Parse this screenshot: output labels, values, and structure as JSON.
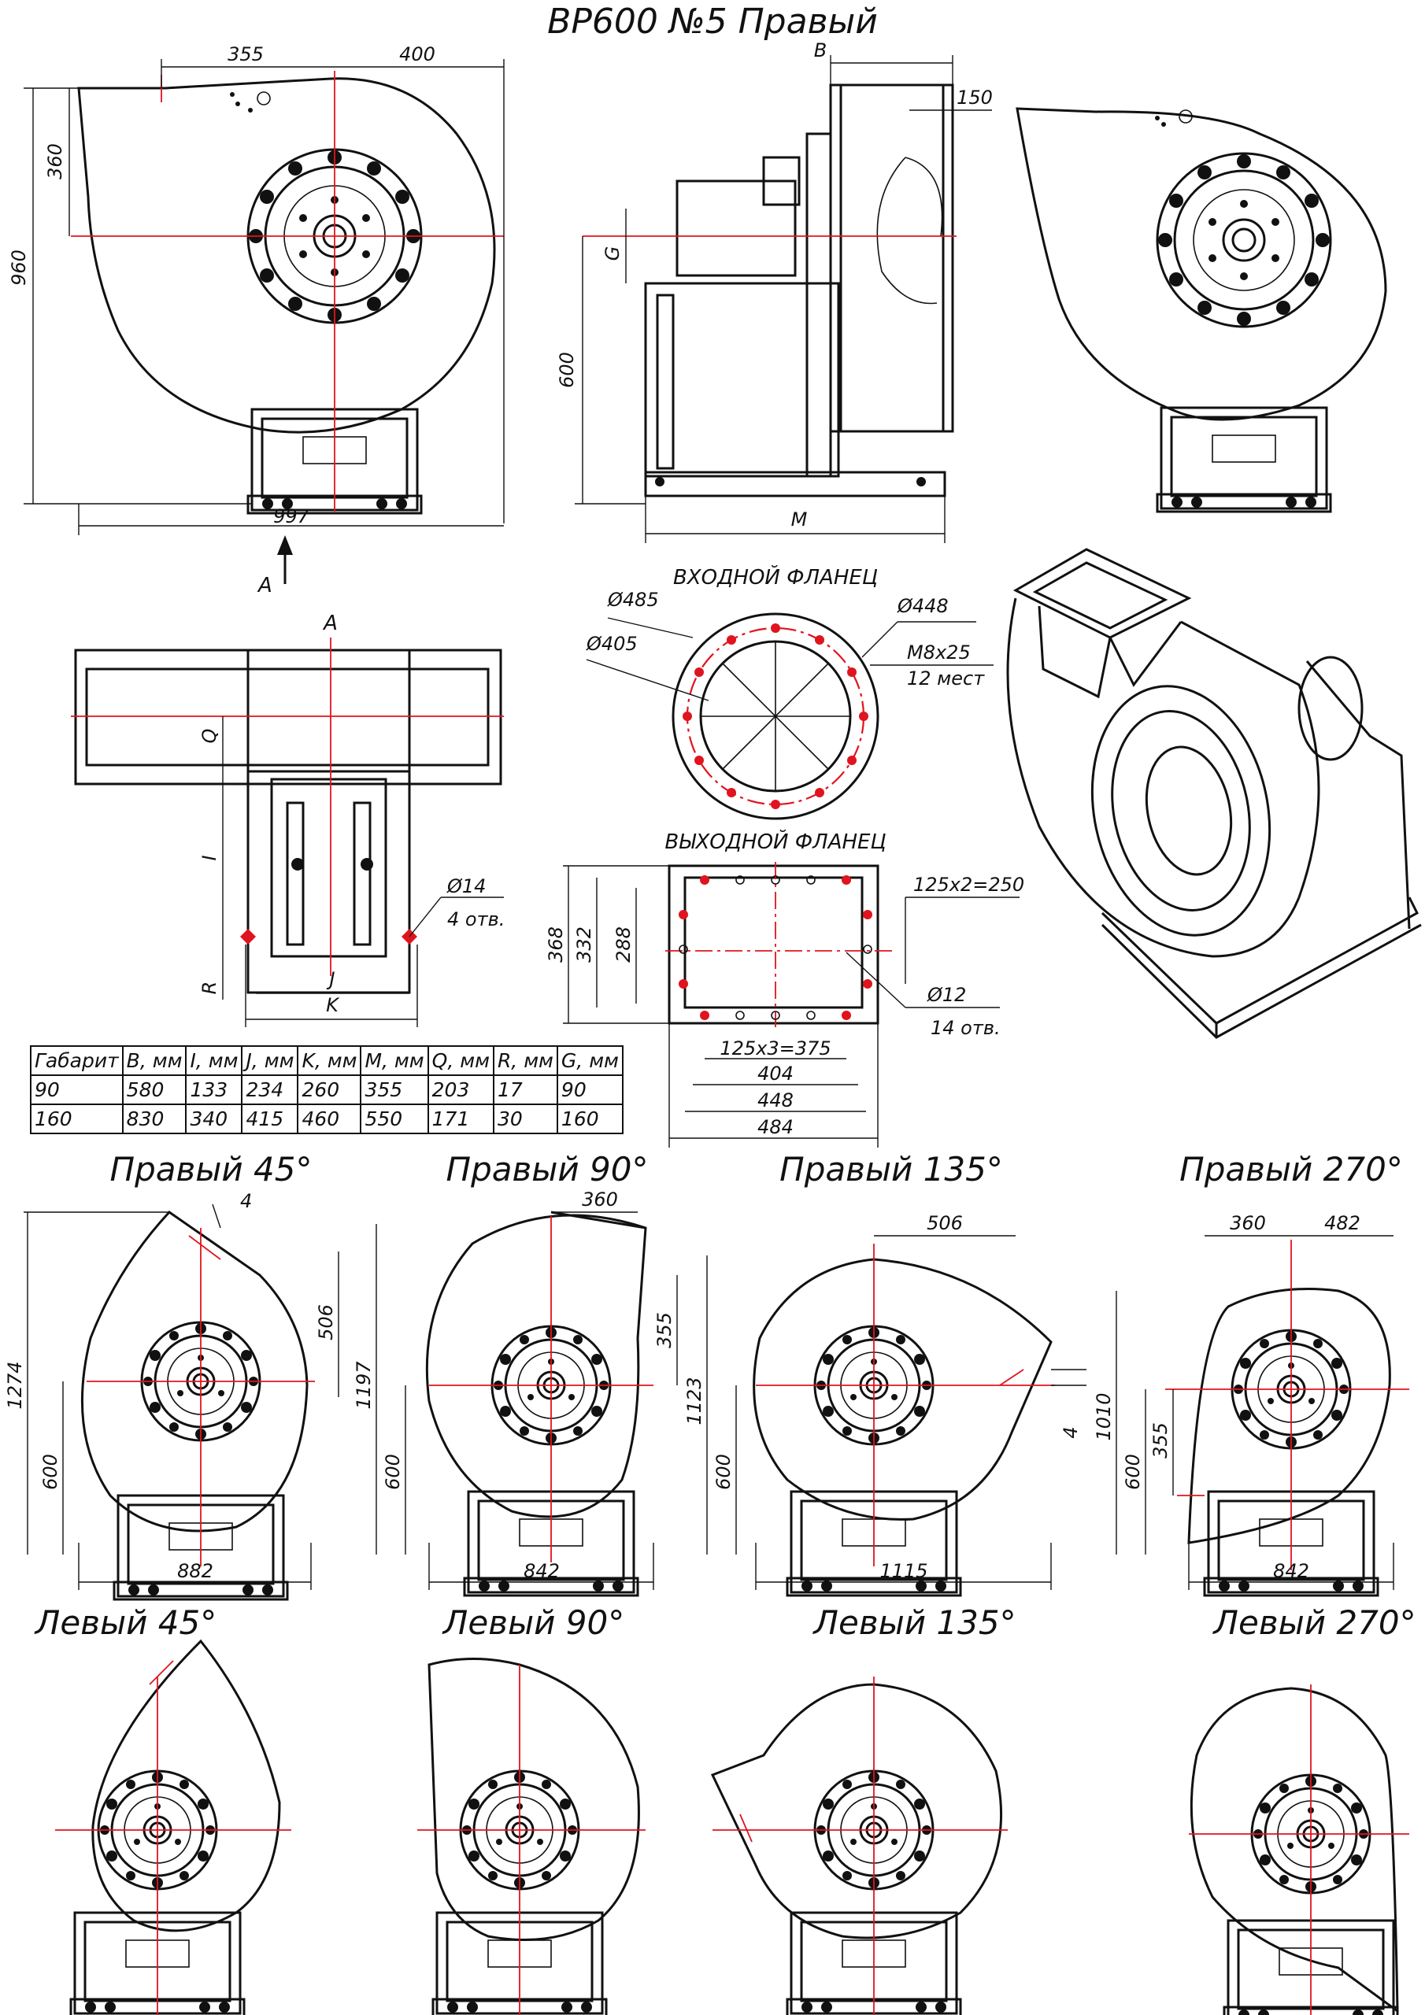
{
  "title": "ВР600 №5 Правый",
  "top_views": {
    "front": {
      "dim_355": "355",
      "dim_400": "400",
      "dim_360": "360",
      "dim_960": "960",
      "dim_997": "997"
    },
    "side": {
      "dim_B": "B",
      "dim_150": "150",
      "dim_G": "G",
      "dim_600": "600",
      "dim_M": "M"
    }
  },
  "plan_view": {
    "arrow_A": "A",
    "label_A": "A",
    "dim_Q": "Q",
    "dim_I": "I",
    "dim_R": "R",
    "dim_J": "J",
    "dim_K": "K",
    "hole_note": "Ø14",
    "hole_count": "4 отв."
  },
  "inlet_flange": {
    "title": "ВХОДНОЙ ФЛАНЕЦ",
    "d485": "Ø485",
    "d448": "Ø448",
    "d405": "Ø405",
    "bolt": "M8x25",
    "count": "12 мест"
  },
  "outlet_flange": {
    "title": "ВЫХОДНОЙ ФЛАНЕЦ",
    "d368": "368",
    "d332": "332",
    "d288": "288",
    "d_side": "125x2=250",
    "d12": "Ø12",
    "holes": "14 отв.",
    "d_bottom": "125x3=375",
    "d404": "404",
    "d448": "448",
    "d484": "484"
  },
  "table": {
    "headers": [
      "Габарит",
      "B, мм",
      "I, мм",
      "J, мм",
      "K, мм",
      "M, мм",
      "Q, мм",
      "R, мм",
      "G, мм"
    ],
    "rows": [
      [
        "90",
        "580",
        "133",
        "234",
        "260",
        "355",
        "203",
        "17",
        "90"
      ],
      [
        "160",
        "830",
        "340",
        "415",
        "460",
        "550",
        "171",
        "30",
        "160"
      ]
    ]
  },
  "right_variants": [
    {
      "label": "Правый 45°",
      "d1": "4",
      "d2": "506",
      "d3": "1274",
      "d4": "600",
      "d5": "882"
    },
    {
      "label": "Правый 90°",
      "d1": "360",
      "d2": "355",
      "d3": "1197",
      "d4": "600",
      "d5": "842"
    },
    {
      "label": "Правый 135°",
      "d1": "506",
      "d2": "4",
      "d3": "1123",
      "d4": "600",
      "d5": "1115"
    },
    {
      "label": "Правый 270°",
      "d1": "360",
      "d2": "482",
      "d3": "1010",
      "d4": "600",
      "d5": "355",
      "d6": "842"
    }
  ],
  "left_variants": [
    {
      "label": "Левый 45°"
    },
    {
      "label": "Левый 90°"
    },
    {
      "label": "Левый 135°"
    },
    {
      "label": "Левый 270°"
    }
  ]
}
